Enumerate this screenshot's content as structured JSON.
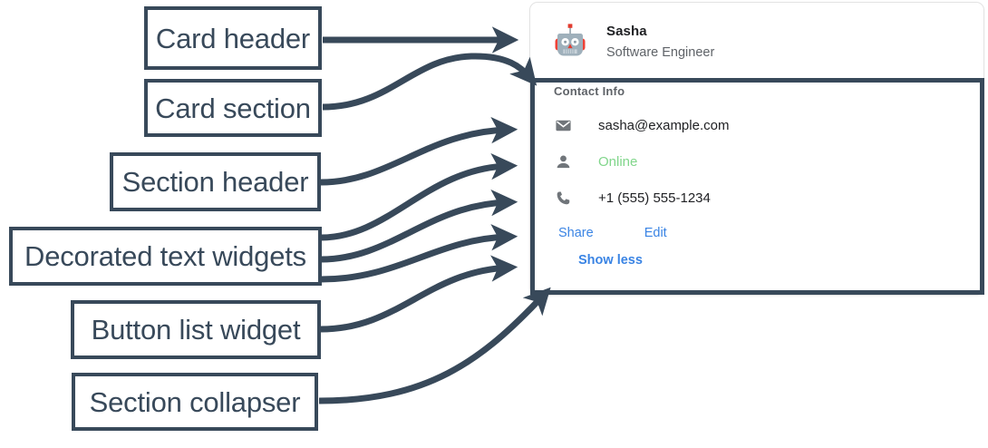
{
  "annotations": {
    "boxes": [
      {
        "id": "card-header",
        "label": "Card header"
      },
      {
        "id": "card-section",
        "label": "Card section"
      },
      {
        "id": "section-header",
        "label": "Section header"
      },
      {
        "id": "decorated-text-widgets",
        "label": "Decorated text widgets"
      },
      {
        "id": "button-list-widget",
        "label": "Button list widget"
      },
      {
        "id": "section-collapser",
        "label": "Section collapser"
      }
    ],
    "line_color": "#38495a"
  },
  "card": {
    "header": {
      "avatar_icon": "robot-avatar-icon",
      "title": "Sasha",
      "subtitle": "Software Engineer"
    },
    "section": {
      "header": "Contact Info",
      "rows": [
        {
          "icon": "email-icon",
          "text": "sasha@example.com",
          "style": "default"
        },
        {
          "icon": "person-icon",
          "text": "Online",
          "style": "online"
        },
        {
          "icon": "phone-icon",
          "text": "+1 (555) 555-1234",
          "style": "default"
        }
      ],
      "buttons": [
        {
          "label": "Share"
        },
        {
          "label": "Edit"
        }
      ],
      "collapser": {
        "label": "Show less"
      }
    }
  },
  "colors": {
    "accent_link": "#3a84e4",
    "status_online": "#81d68b",
    "annotation": "#38495a",
    "muted_text": "#5f6368"
  }
}
